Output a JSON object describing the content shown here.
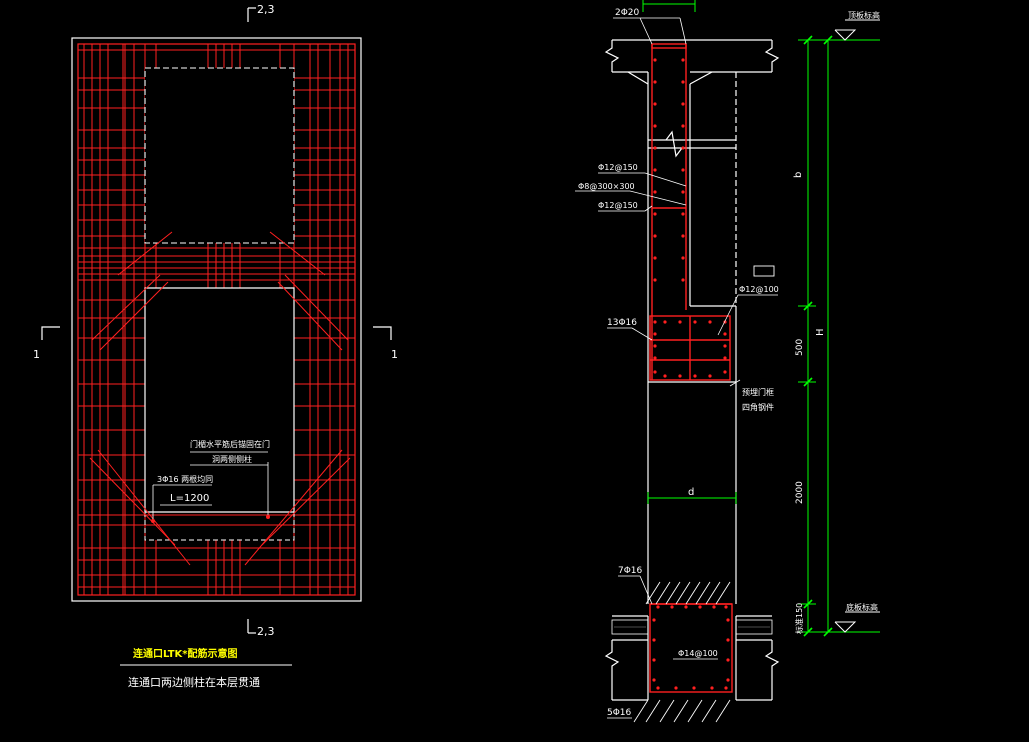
{
  "colors": {
    "background": "#000000",
    "outline": "#ffffff",
    "rebar": "#ff2020",
    "dimension": "#00ff00",
    "caption": "#ffff00"
  },
  "elevation_view": {
    "section_marks": {
      "top": "2,3",
      "bottom": "2,3",
      "left": "1",
      "right": "1"
    },
    "annotations": {
      "lintel_note_line1": "门楣水平筋后锚固在门",
      "lintel_note_line2": "洞两侧侧柱",
      "bars_note": "3Φ16 两根均同",
      "bar_length": "L=1200"
    }
  },
  "section_view": {
    "labels": {
      "top_bars": "2Φ20",
      "stirrup_top": "Φ12@150",
      "tie": "Φ8@300×300",
      "stirrup_bottom": "Φ12@150",
      "side_bars": "Φ12@100",
      "beam_bars": "13Φ16",
      "embed_line1": "预埋门框",
      "embed_line2": "四角钢件",
      "sill_bars": "7Φ16",
      "base_stirrup": "Φ14@100",
      "base_bars": "5Φ16",
      "width_dim": "d"
    },
    "dimensions": {
      "top_level_label": "顶板标高",
      "bottom_level_label": "底板标高",
      "b": "b",
      "h500": "500",
      "h2000": "2000",
      "h150": "150",
      "h150_prefix": "标准",
      "total": "H"
    }
  },
  "captions": {
    "title": "连通口LTK*配筋示意图",
    "subtitle": "连通口两边侧柱在本层贯通"
  }
}
